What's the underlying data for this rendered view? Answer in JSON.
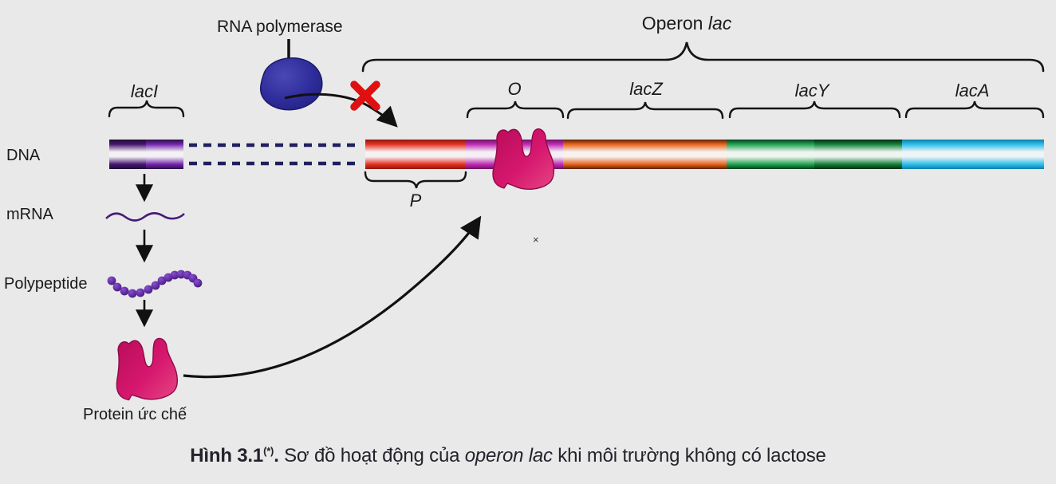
{
  "figure": {
    "background": "#e9e9e9",
    "top": {
      "rna_polymerase_label": "RNA polymerase",
      "operon_label_word": "Operon",
      "operon_label_gene": "lac"
    },
    "dna_map": {
      "laci_label": "lacI",
      "promoter_label": "P",
      "operator_label": "O",
      "lacz_label": "lacZ",
      "lacy_label": "lacY",
      "laca_label": "lacA"
    },
    "pathway": {
      "dna_label": "DNA",
      "mrna_label": "mRNA",
      "polypeptide_label": "Polypeptide",
      "repressor_label": "Protein ức chế"
    },
    "marks": {
      "small_x": "×"
    },
    "colors": {
      "laci_left": "#451670",
      "laci_right": "#7325ad",
      "promoter": "#e53122",
      "operator": "#c02cb4",
      "lacz": "#e7651c",
      "lacy_left": "#21a351",
      "lacy_right": "#13813a",
      "laca": "#2fbdea",
      "rna_polymerase": "#2e2d9b",
      "repressor": "#d6176e",
      "blocked_x": "#e01010",
      "dna_dash": "#20205e"
    },
    "caption": {
      "figure_ref": "Hình 3.1",
      "note_marker": "(*)",
      "separator": ".",
      "text_before_italic": " Sơ đồ hoạt động của ",
      "italic_term": "operon lac",
      "text_after_italic": " khi môi trường không có lactose"
    }
  }
}
